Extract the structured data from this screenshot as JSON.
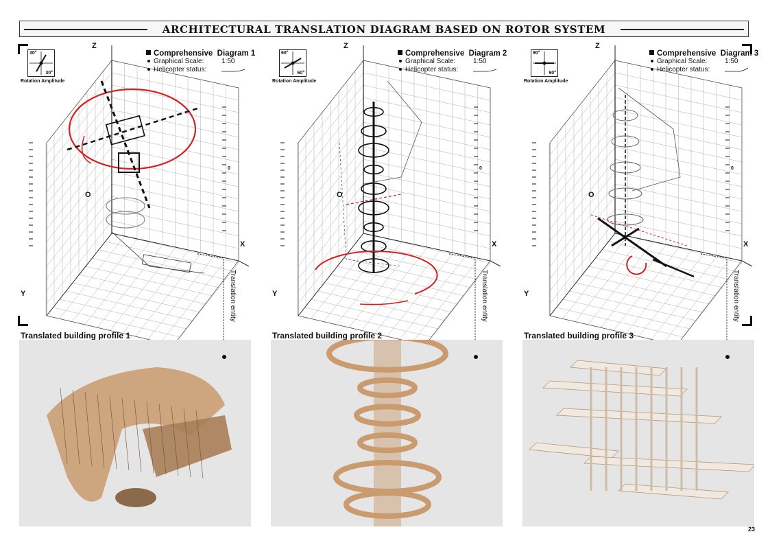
{
  "page": {
    "title": "ARCHITECTURAL TRANSLATION DIAGRAM BASED ON ROTOR SYSTEM",
    "page_number": "23"
  },
  "labels": {
    "rotation_amplitude": "Rotation Amplitude",
    "graphical_scale": "Graphical Scale:",
    "helicopter_status": "Helicopter status:",
    "translation_entity": "Translation entity",
    "axis_x": "X",
    "axis_y": "Y",
    "axis_z": "Z",
    "origin": "O",
    "zero": "0"
  },
  "diagrams": [
    {
      "heading": "Comprehensive",
      "name": "Diagram",
      "number": "1",
      "scale": "1:50",
      "angle_a": "30°",
      "angle_b": "30°",
      "profile": "Translated building profile  1"
    },
    {
      "heading": "Comprehensive",
      "name": "Diagram",
      "number": "2",
      "scale": "1:50",
      "angle_a": "60°",
      "angle_b": "60°",
      "profile": "Translated building profile  2"
    },
    {
      "heading": "Comprehensive",
      "name": "Diagram",
      "number": "3",
      "scale": "1:50",
      "angle_a": "90°",
      "angle_b": "90°",
      "profile": "Translated building profile  3"
    }
  ],
  "colors": {
    "accent_red": "#d42020",
    "grid": "#9a9a9a",
    "render_bg": "#e5e5e5",
    "wood": "#c99b6e"
  }
}
